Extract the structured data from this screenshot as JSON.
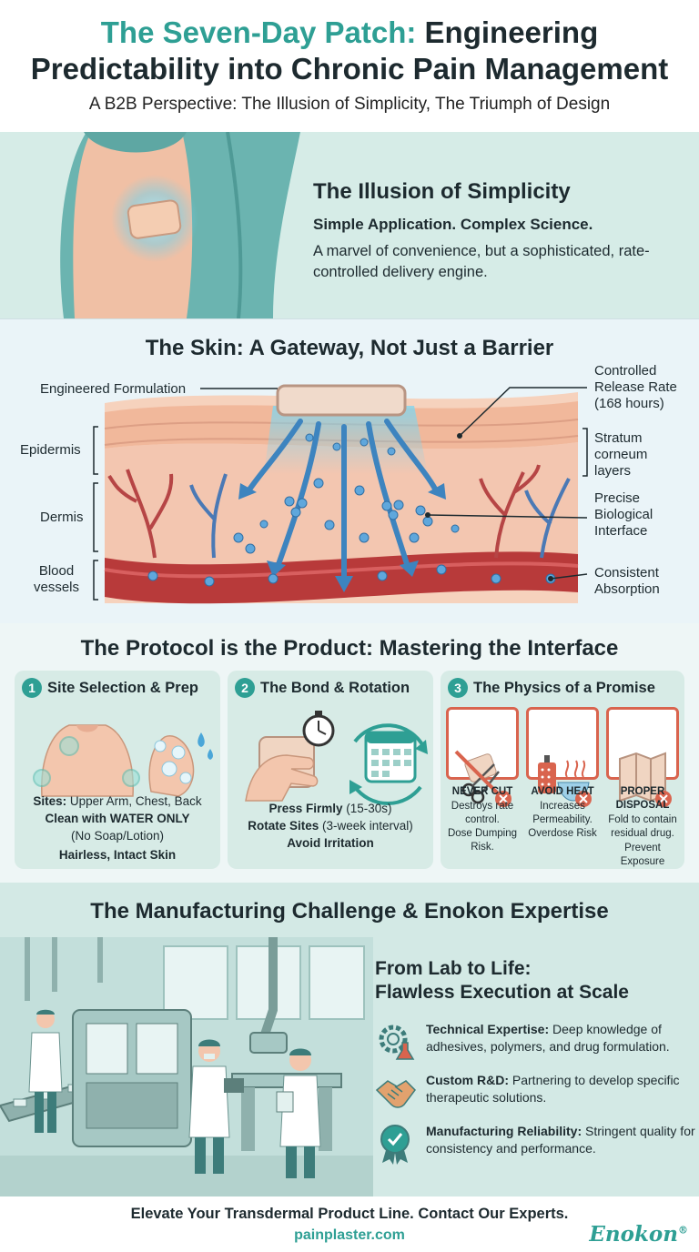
{
  "header": {
    "title_accent": "The Seven-Day Patch:",
    "title_rest": "Engineering",
    "title_line2": "Predictability into Chronic Pain Management",
    "subtitle": "A B2B Perspective: The Illusion of Simplicity, The Triumph of Design"
  },
  "illusion": {
    "heading": "The Illusion of Simplicity",
    "subheading": "Simple Application. Complex Science.",
    "description": "A marvel of convenience, but a sophisticated, rate-controlled delivery engine."
  },
  "skin": {
    "heading": "The Skin: A Gateway, Not Just a Barrier",
    "labels": {
      "formulation": "Engineered Formulation",
      "epidermis": "Epidermis",
      "dermis": "Dermis",
      "blood_vessels": "Blood vessels",
      "release_rate": "Controlled Release Rate (168 hours)",
      "stratum": "Stratum corneum layers",
      "interface": "Precise Biological Interface",
      "absorption": "Consistent Absorption"
    }
  },
  "protocol": {
    "heading": "The Protocol is the Product: Mastering the Interface",
    "cards": [
      {
        "number": "1",
        "title": "Site Selection & Prep",
        "sites_label": "Sites:",
        "sites_value": "Upper Arm, Chest, Back",
        "clean": "Clean with WATER ONLY",
        "clean_note": "(No Soap/Lotion)",
        "skin": "Hairless, Intact Skin"
      },
      {
        "number": "2",
        "title": "The Bond & Rotation",
        "press_label": "Press Firmly",
        "press_value": "(15-30s)",
        "rotate_label": "Rotate Sites",
        "rotate_value": "(3-week interval)",
        "avoid": "Avoid Irritation"
      },
      {
        "number": "3",
        "title": "The Physics of a Promise",
        "warnings": [
          {
            "title": "NEVER CUT",
            "line1": "Destroys rate control.",
            "line2": "Dose Dumping Risk."
          },
          {
            "title": "AVOID HEAT",
            "line1": "Increases Permeability.",
            "line2": "Overdose Risk"
          },
          {
            "title": "PROPER DISPOSAL",
            "line1": "Fold to contain residual drug.",
            "line2": "Prevent Exposure"
          }
        ]
      }
    ]
  },
  "manufacturing": {
    "heading": "The Manufacturing Challenge & Enokon Expertise",
    "lab_heading_line1": "From Lab to Life:",
    "lab_heading_line2": "Flawless Execution at Scale",
    "features": [
      {
        "icon": "gear-flask-icon",
        "label": "Technical Expertise:",
        "text": "Deep knowledge of adhesives, polymers, and drug formulation."
      },
      {
        "icon": "handshake-icon",
        "label": "Custom R&D:",
        "text": "Partnering to develop specific therapeutic solutions."
      },
      {
        "icon": "quality-badge-icon",
        "label": "Manufacturing Reliability:",
        "text": "Stringent quality for consistency and performance."
      }
    ]
  },
  "footer": {
    "cta": "Elevate Your Transdermal Product Line. Contact Our Experts.",
    "url": "painplaster.com",
    "logo": "Enokon",
    "logo_mark": "®"
  },
  "colors": {
    "accent": "#2e9f94",
    "warning": "#d9644e",
    "skin": "#f3c3a8",
    "blood": "#b83a3a",
    "vein": "#4a79b5"
  }
}
